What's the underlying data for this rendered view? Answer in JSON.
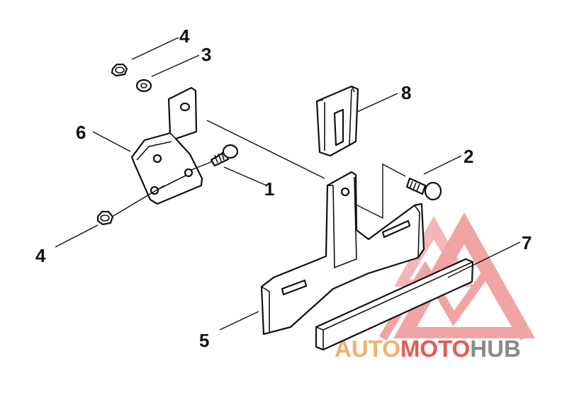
{
  "callouts": {
    "c1": "1",
    "c2": "2",
    "c3": "3",
    "c4_top": "4",
    "c4_bottom": "4",
    "c5": "5",
    "c6": "6",
    "c7": "7",
    "c8": "8"
  },
  "watermark": {
    "part1": "AUTO",
    "part2": "MOTO",
    "part3": "HUB",
    "color_orange": "#f3b06a",
    "color_red": "#e45a5a",
    "color_gray": "#8a8a8a"
  }
}
